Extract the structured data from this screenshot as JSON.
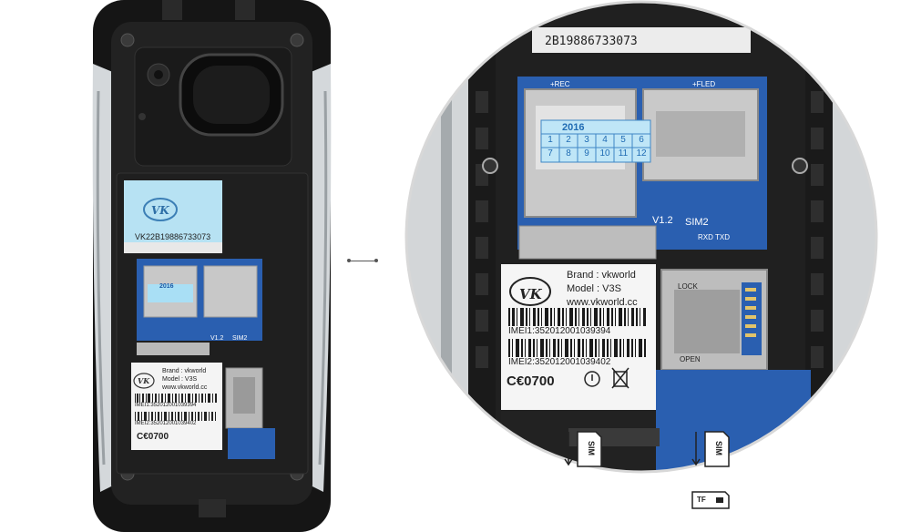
{
  "phone": {
    "sticker_top_code": "VK22B19886733073",
    "sticker_brand_small": "Brand : vkworld",
    "sticker_model_small": "Model : V3S",
    "sticker_url_small": "www.vkworld.cc",
    "imei1_small": "IMEI1:352012001039394",
    "imei2_small": "IMEI2:352012001039402",
    "ce_small": "C€0700",
    "year_small": "2016",
    "sim2_small": "SIM2",
    "v12_small": "V1.2"
  },
  "zoom": {
    "top_code": "2B19886733073",
    "rec_label": "+REC",
    "fled_label": "+FLED",
    "year": "2016",
    "grid_row1": [
      "1",
      "2",
      "3",
      "4",
      "5",
      "6"
    ],
    "grid_row2": [
      "7",
      "8",
      "9",
      "10",
      "11",
      "12"
    ],
    "v12": "V1.2",
    "sim2": "SIM2",
    "rxd_txd": "RXD  TXD",
    "brand": "Brand : vkworld",
    "model": "Model : V3S",
    "url": "www.vkworld.cc",
    "imei1": "IMEI1:352012001039394",
    "imei2": "IMEI2:352012001039402",
    "ce": "C€0700",
    "lock": "LOCK",
    "open": "OPEN",
    "logo": "VK"
  },
  "legend": {
    "sim_label": "SIM",
    "tf_label": "TF"
  },
  "colors": {
    "body_dark": "#1d1d1d",
    "silver": "#cfd3d6",
    "pcb_blue": "#2a5fb0",
    "sticker_blue": "#9fd6ef",
    "label_white": "#f4f4f4"
  }
}
